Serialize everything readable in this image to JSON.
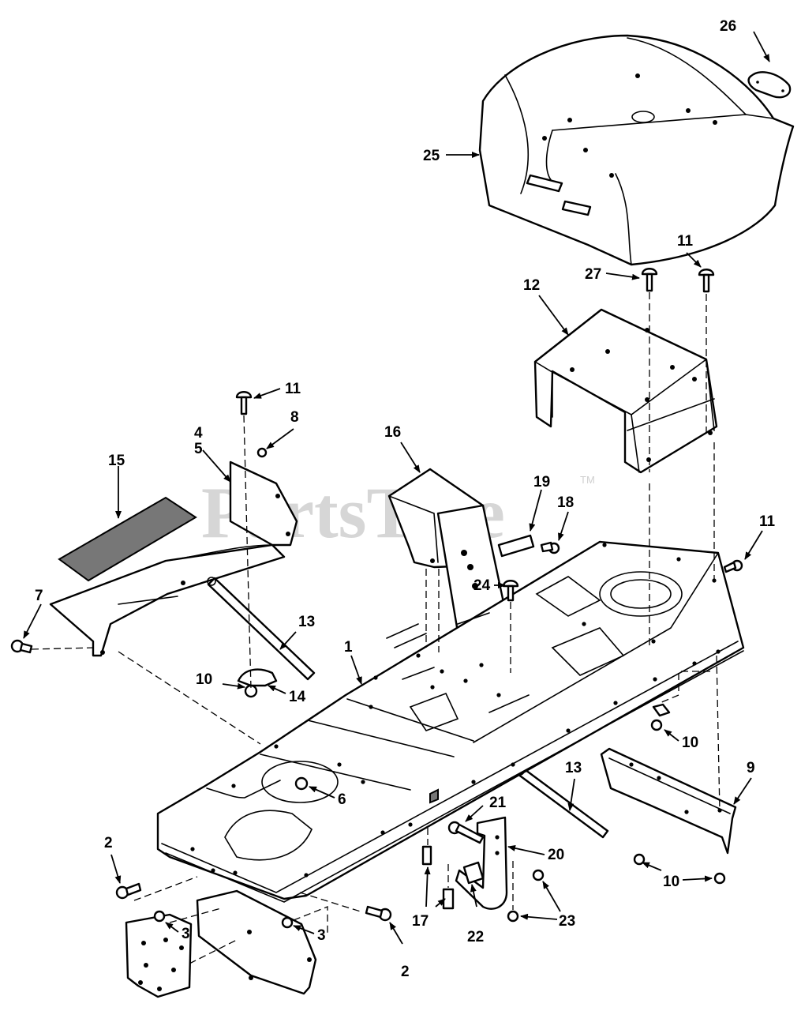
{
  "watermark": {
    "text": "PartsTree",
    "trademark": "TM"
  },
  "callouts": {
    "c1": "1",
    "c2a": "2",
    "c2b": "2",
    "c3a": "3",
    "c3b": "3",
    "c4": "4",
    "c5": "5",
    "c6": "6",
    "c7": "7",
    "c8": "8",
    "c9": "9",
    "c10a": "10",
    "c10b": "10",
    "c10c": "10",
    "c11a": "11",
    "c11b": "11",
    "c11c": "11",
    "c12": "12",
    "c13a": "13",
    "c13b": "13",
    "c14": "14",
    "c15": "15",
    "c16": "16",
    "c17": "17",
    "c18": "18",
    "c19": "19",
    "c20": "20",
    "c21": "21",
    "c22": "22",
    "c23": "23",
    "c24": "24",
    "c25": "25",
    "c26": "26",
    "c27": "27"
  }
}
